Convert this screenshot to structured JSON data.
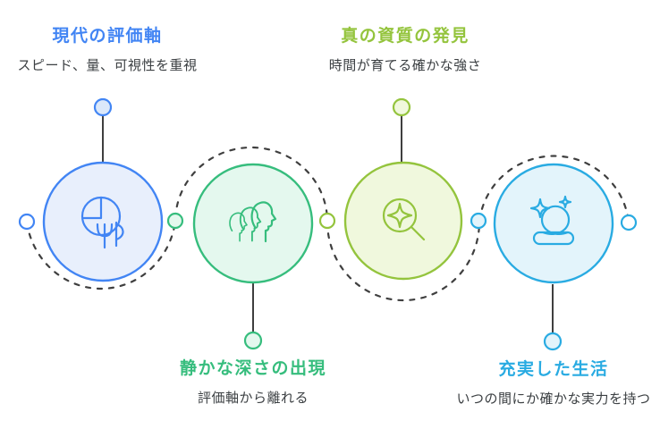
{
  "colors": {
    "background": "#ffffff",
    "blue": "#4285f4",
    "blue_fill": "#e8effc",
    "blue_dot_fill": "#dbe8fa",
    "green": "#36bd7d",
    "green_fill": "#e4f8ee",
    "lime": "#94c43d",
    "lime_fill": "#f0f8dd",
    "cyan": "#29abe2",
    "cyan_fill": "#e3f4fb",
    "text_dark": "#3c4043",
    "connector": "#3f3f3f"
  },
  "steps": [
    {
      "title": "現代の評価軸",
      "subtitle": "スピード、量、可視性を重視",
      "label_position": "top",
      "color": "blue",
      "icon": "clock-metrics-icon"
    },
    {
      "title": "静かな深さの出現",
      "subtitle": "評価軸から離れる",
      "label_position": "bottom",
      "color": "green",
      "icon": "profile-faces-icon"
    },
    {
      "title": "真の資質の発見",
      "subtitle": "時間が育てる確かな強さ",
      "label_position": "top",
      "color": "lime",
      "icon": "sparkle-magnifier-icon"
    },
    {
      "title": "充実した生活",
      "subtitle": "いつの間にか確かな実力を持つ",
      "label_position": "bottom",
      "color": "cyan",
      "icon": "meditation-sparkles-icon"
    }
  ]
}
